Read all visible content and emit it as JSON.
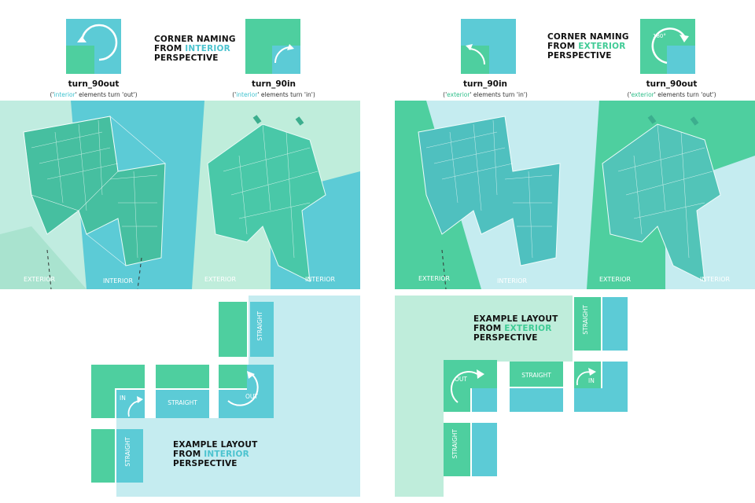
{
  "interior_header": {
    "title_line1": "CORNER NAMING",
    "title_from": "FROM",
    "title_accent": "INTERIOR",
    "title_line3": "PERSPECTIVE",
    "turn_out_name": "turn_90out",
    "turn_out_sub_open": "('",
    "turn_out_sub_hl": "interior",
    "turn_out_sub_close": "' elements turn 'out')",
    "turn_in_name": "turn_90in",
    "turn_in_sub_open": "('",
    "turn_in_sub_hl": "interior",
    "turn_in_sub_close": "' elements turn 'in')"
  },
  "exterior_header": {
    "title_line1": "CORNER NAMING",
    "title_from": "FROM",
    "title_accent": "EXTERIOR",
    "title_line3": "PERSPECTIVE",
    "turn_in_name": "turn_90in",
    "turn_in_sub_open": "('",
    "turn_in_sub_hl": "exterior",
    "turn_in_sub_close": "' elements turn 'in')",
    "turn_out_name": "turn_90out",
    "turn_out_sub_open": "('",
    "turn_out_sub_hl": "exterior",
    "turn_out_sub_close": "' elements turn 'out')",
    "angle_label": "180°"
  },
  "renders": {
    "exterior_label": "EXTERIOR",
    "interior_label": "INTERIOR"
  },
  "interior_layout": {
    "title_line1": "EXAMPLE LAYOUT",
    "title_from": "FROM",
    "title_accent": "INTERIOR",
    "title_line3": "PERSPECTIVE",
    "straight_label": "STRAIGHT",
    "in_label": "IN",
    "out_label": "OUT"
  },
  "exterior_layout": {
    "title_line1": "EXAMPLE LAYOUT",
    "title_from": "FROM",
    "title_accent": "EXTERIOR",
    "title_line3": "PERSPECTIVE",
    "straight_label": "STRAIGHT",
    "in_label": "IN",
    "out_label": "OUT"
  },
  "colors": {
    "teal": "#5ccbd6",
    "green": "#4ecf9f",
    "pale_teal": "#c5ecf0",
    "pale_green": "#bfeddb"
  }
}
